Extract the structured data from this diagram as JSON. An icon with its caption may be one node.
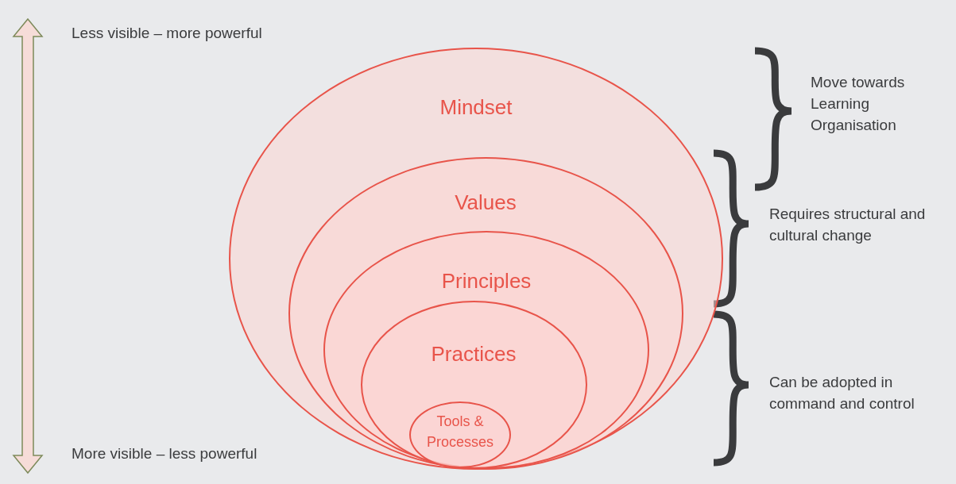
{
  "diagram": {
    "nodes": [
      {
        "text": [
          "Mindset"
        ]
      },
      {
        "text": [
          "Values"
        ],
        "in": 0
      },
      {
        "text": [
          "Principles"
        ],
        "in": 1
      },
      {
        "text": [
          "Practices"
        ],
        "in": 2
      },
      {
        "text": [
          "Tools & Processes"
        ],
        "in": 3
      }
    ],
    "edges": [],
    "labels": [
      "Less visible – more powerful",
      "More visible – less powerful",
      "Move towards Learning Organisation",
      "Requires structural and cultural change",
      "Can be adopted in command and control"
    ]
  }
}
